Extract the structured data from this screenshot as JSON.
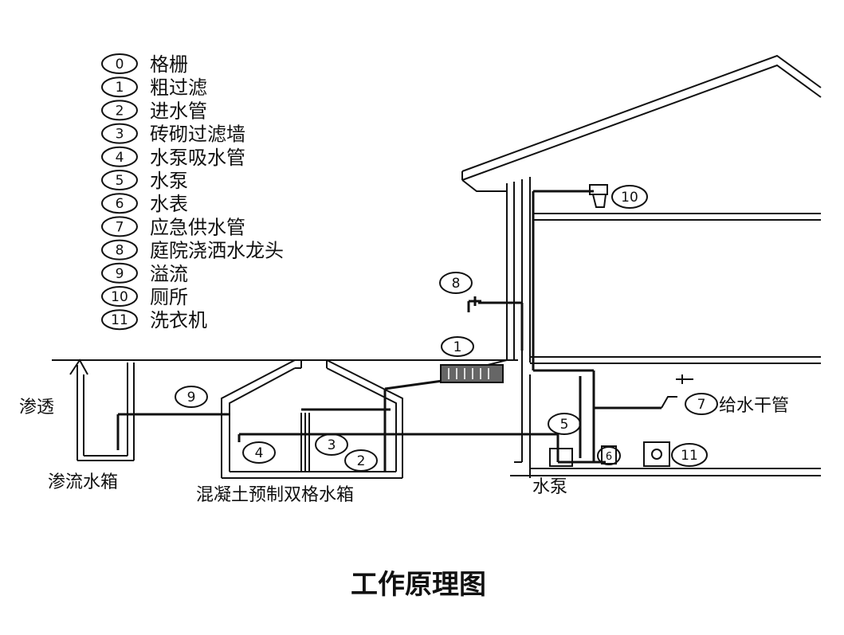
{
  "legend": [
    {
      "num": "0",
      "label": "格栅"
    },
    {
      "num": "1",
      "label": "粗过滤"
    },
    {
      "num": "2",
      "label": "进水管"
    },
    {
      "num": "3",
      "label": "砖砌过滤墙"
    },
    {
      "num": "4",
      "label": "水泵吸水管"
    },
    {
      "num": "5",
      "label": "水泵"
    },
    {
      "num": "6",
      "label": "水表"
    },
    {
      "num": "7",
      "label": "应急供水管"
    },
    {
      "num": "8",
      "label": "庭院浇洒水龙头"
    },
    {
      "num": "9",
      "label": "溢流"
    },
    {
      "num": "10",
      "label": "厕所"
    },
    {
      "num": "11",
      "label": "洗衣机"
    }
  ],
  "labels": {
    "seepage": "渗透",
    "seepage_tank": "渗流水箱",
    "concrete_tank": "混凝土预制双格水箱",
    "pump": "水泵",
    "main_pipe": "给水干管"
  },
  "markers": {
    "m1": "1",
    "m2": "2",
    "m3": "3",
    "m4": "4",
    "m5": "5",
    "m6": "6",
    "m7": "7",
    "m8": "8",
    "m9": "9",
    "m10": "10",
    "m11": "11"
  },
  "caption": "工作原理图"
}
